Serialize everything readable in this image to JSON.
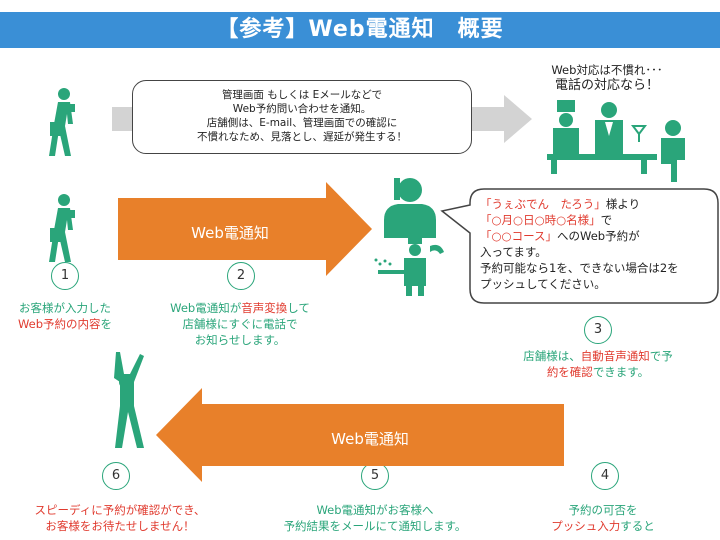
{
  "title": "【参考】Web電通知　概要",
  "top_box": {
    "lines": [
      "管理画面 もしくは Eメールなどで",
      "Web予約問い合わせを通知。",
      "店舗側は、E-mail、管理画面での確認に",
      "不慣れなため、見落とし、遅延が発生する！"
    ]
  },
  "top_right_caption": {
    "line1": "Web対応は不慣れ･･･",
    "line2": "電話の対応なら！"
  },
  "arrow1_label": "Web電通知",
  "arrow2_label": "Web電通知",
  "speech_bubble": {
    "line1_a": "「うぇぶでん　たろう」",
    "line1_b": "様より",
    "line2_a": "「○月○日○時○名様」",
    "line2_b": "で",
    "line3_a": "「○○コース」",
    "line3_b": "へのWeb予約が",
    "line4": "入ってます。",
    "line5": "予約可能なら1を、できない場合は2を",
    "line6": "プッシュしてください。"
  },
  "steps": [
    {
      "num": "1",
      "parts": [
        {
          "t": "お客様が入力した",
          "c": "green"
        },
        {
          "t": "\n",
          "c": ""
        },
        {
          "t": "Web予約の内容",
          "c": "red"
        },
        {
          "t": "を",
          "c": "green"
        }
      ]
    },
    {
      "num": "2",
      "parts": [
        {
          "t": "Web電通知が",
          "c": "green"
        },
        {
          "t": "音声変換",
          "c": "red"
        },
        {
          "t": "して",
          "c": "green"
        },
        {
          "t": "\n",
          "c": ""
        },
        {
          "t": "店舗様にすぐに電話で",
          "c": "green"
        },
        {
          "t": "\n",
          "c": ""
        },
        {
          "t": "お知らせします。",
          "c": "green"
        }
      ]
    },
    {
      "num": "3",
      "parts": [
        {
          "t": "店舗様は、",
          "c": "green"
        },
        {
          "t": "自動音声通知",
          "c": "red"
        },
        {
          "t": "で予",
          "c": "green"
        },
        {
          "t": "\n",
          "c": ""
        },
        {
          "t": "約を確認",
          "c": "red"
        },
        {
          "t": "できます。",
          "c": "green"
        }
      ]
    },
    {
      "num": "4",
      "parts": [
        {
          "t": "予約の可否を",
          "c": "green"
        },
        {
          "t": "\n",
          "c": ""
        },
        {
          "t": "プッシュ入力",
          "c": "red"
        },
        {
          "t": "すると",
          "c": "green"
        }
      ]
    },
    {
      "num": "5",
      "parts": [
        {
          "t": "Web電通知がお客様へ",
          "c": "green"
        },
        {
          "t": "\n",
          "c": ""
        },
        {
          "t": "予約結果をメールにて通知",
          "c": "green"
        },
        {
          "t": "します。",
          "c": "green"
        }
      ]
    },
    {
      "num": "6",
      "parts": [
        {
          "t": "スピーディに予約が確認ができ、",
          "c": "red"
        },
        {
          "t": "\n",
          "c": ""
        },
        {
          "t": "お客様をお待たせしません！",
          "c": "red"
        }
      ]
    }
  ],
  "colors": {
    "title_bar": "#3a8fd6",
    "orange_arrow": "#e8802a",
    "figure_green": "#2aa57a",
    "gray_arrow": "#d3d3d3",
    "highlight_red": "#e03a2e"
  },
  "icons": [
    "walking-man-phone-icon",
    "staff-at-counter-icon",
    "man-on-phone-icon",
    "chef-icon",
    "cheering-man-icon"
  ]
}
